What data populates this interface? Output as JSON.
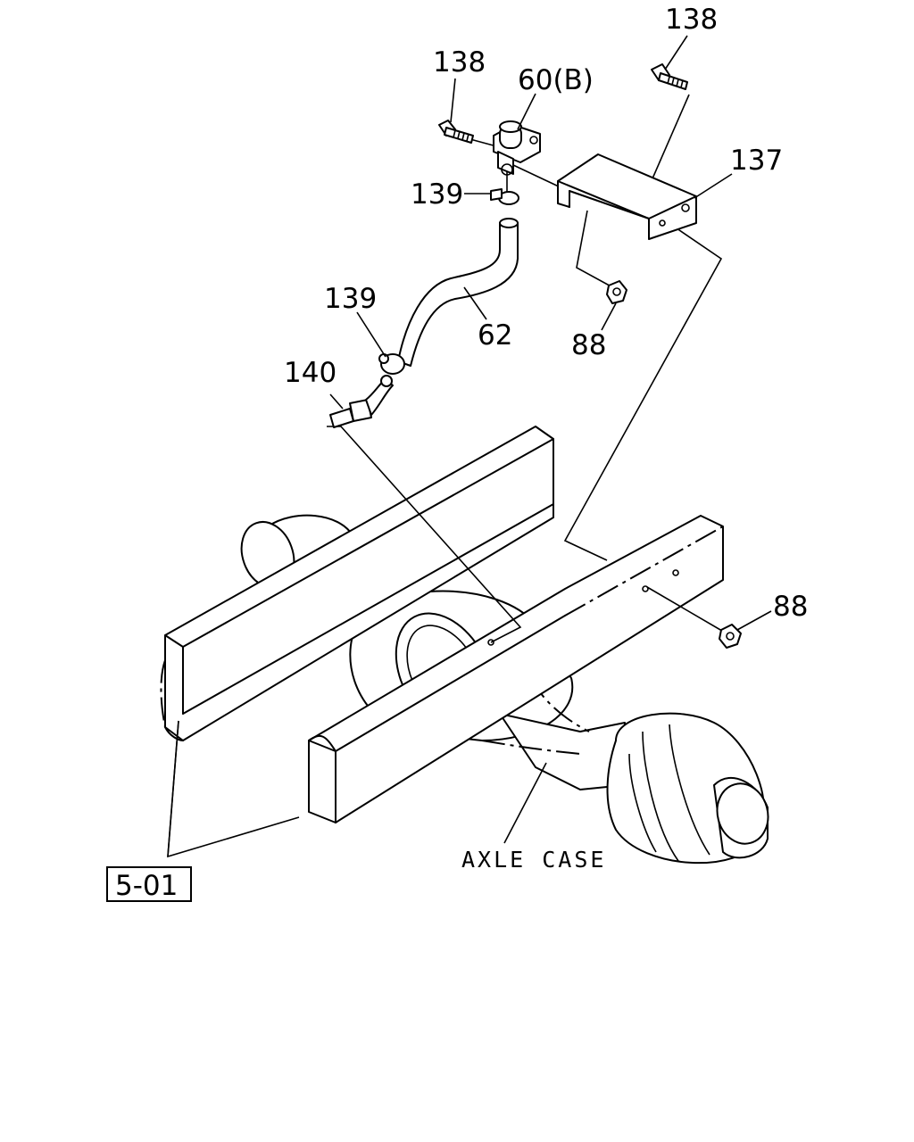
{
  "callouts": [
    {
      "id": "c138a",
      "text": "138"
    },
    {
      "id": "c138b",
      "text": "138"
    },
    {
      "id": "c60b",
      "text": "60(B)"
    },
    {
      "id": "c137",
      "text": "137"
    },
    {
      "id": "c139a",
      "text": "139"
    },
    {
      "id": "c62",
      "text": "62"
    },
    {
      "id": "c88a",
      "text": "88"
    },
    {
      "id": "c139b",
      "text": "139"
    },
    {
      "id": "c140",
      "text": "140"
    },
    {
      "id": "c88b",
      "text": "88"
    }
  ],
  "axle_label": "AXLE CASE",
  "reference": "5-01"
}
